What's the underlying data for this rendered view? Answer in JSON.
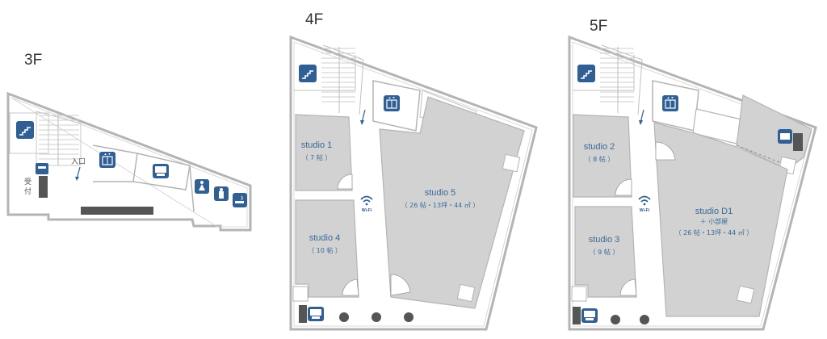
{
  "floors": {
    "f3": {
      "label": "3F",
      "entrance": "入口",
      "reception": "受付"
    },
    "f4": {
      "label": "4F",
      "wifi": "Wi-Fi",
      "studios": [
        {
          "name": "studio 1",
          "size": "（ 7 帖 ）"
        },
        {
          "name": "studio 4",
          "size": "（ 10 帖 ）"
        },
        {
          "name": "studio 5",
          "size": "（ 26 帖・13坪・44 ㎡ ）"
        }
      ]
    },
    "f5": {
      "label": "5F",
      "wifi": "Wi-Fi",
      "studios": [
        {
          "name": "studio 2",
          "size": "（ 8 帖 ）"
        },
        {
          "name": "studio 3",
          "size": "（ 9 帖 ）"
        },
        {
          "name": "studio D1",
          "extra": "＋ 小部屋",
          "size": "（ 26 帖・13坪・44 ㎡ ）"
        }
      ]
    }
  },
  "colors": {
    "wall": "#b4b4b4",
    "studio": "#d2d2d2",
    "icon": "#2f5f94",
    "dark": "#555555"
  },
  "icons": [
    "stairs-icon",
    "elevator-icon",
    "vending-machine-icon",
    "restroom-women-icon",
    "restroom-men-icon",
    "smoking-icon",
    "wifi-icon",
    "camera-icon"
  ]
}
